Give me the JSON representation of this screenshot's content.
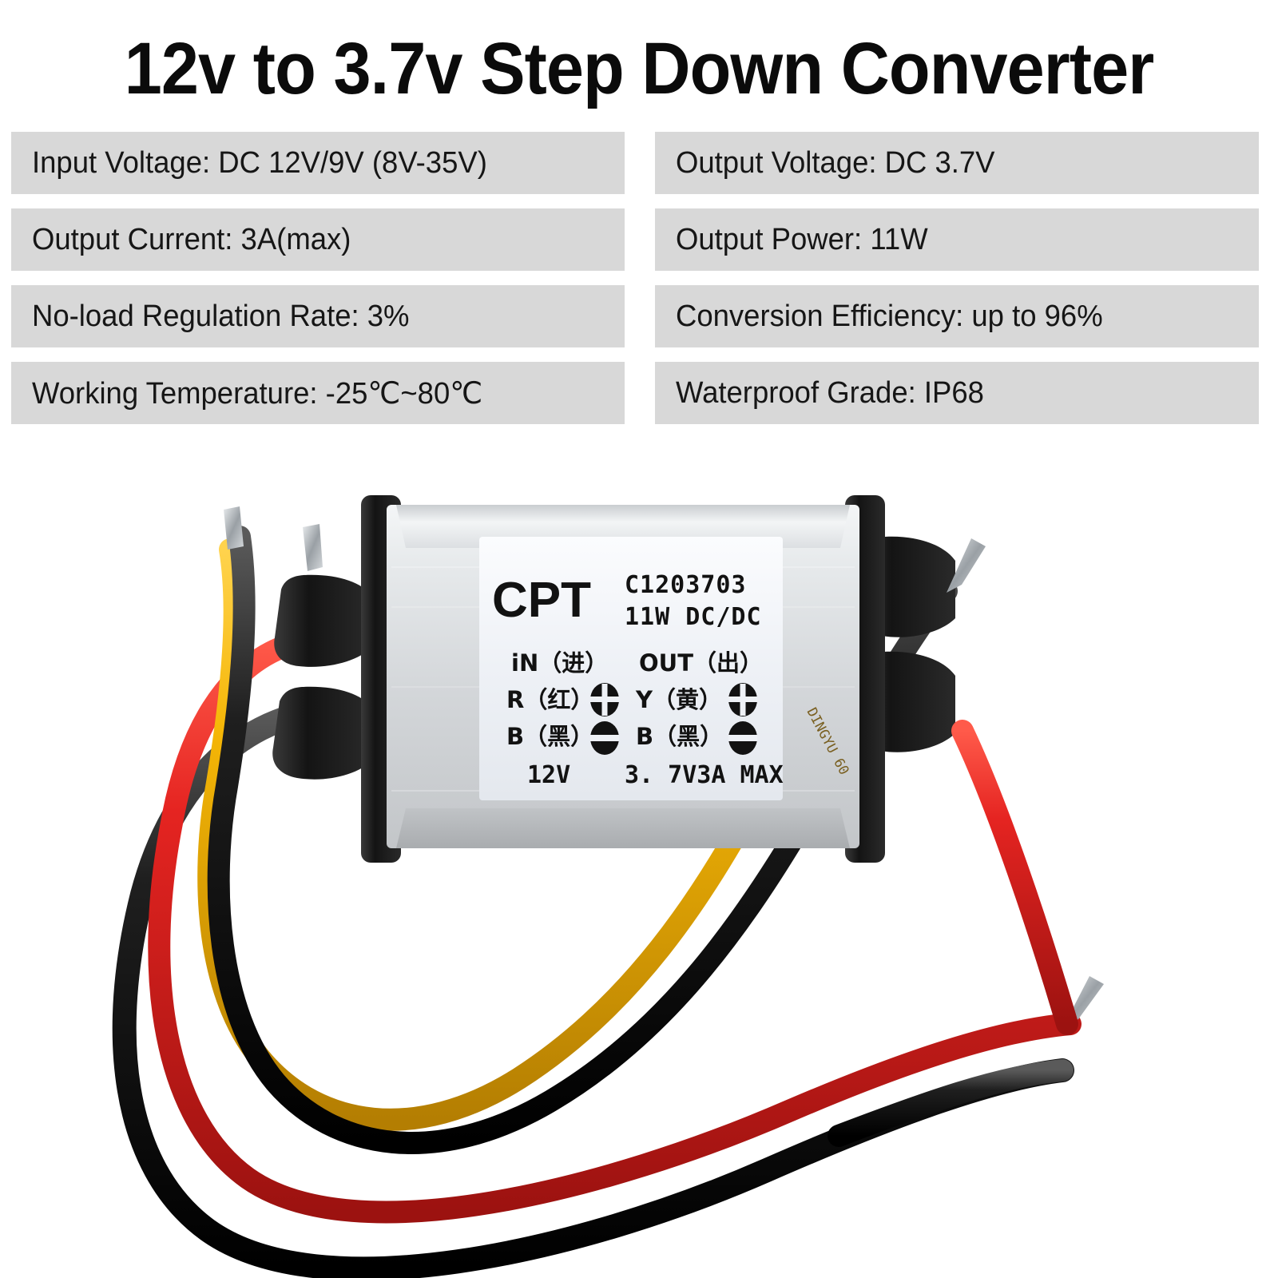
{
  "title": "12v to 3.7v Step Down Converter",
  "specs": {
    "left": [
      {
        "text": "Input Voltage: DC 12V/9V (8V-35V)"
      },
      {
        "text": "Output Current: 3A(max)"
      },
      {
        "text": "No-load Regulation Rate: 3%"
      },
      {
        "text": "Working Temperature: -25℃~80℃"
      }
    ],
    "right": [
      {
        "text": "Output Voltage: DC 3.7V"
      },
      {
        "text": "Output Power: 11W"
      },
      {
        "text": "Conversion Efficiency: up to 96%"
      },
      {
        "text": "Waterproof Grade: IP68"
      }
    ]
  },
  "product": {
    "brand": "CPT",
    "model_code": "C1203703",
    "rating": "11W DC/DC",
    "input_heading": "iN（进）",
    "output_heading": "OUT（出）",
    "input_positive": "R（红）",
    "input_negative": "B（黑）",
    "output_positive": "Y（黄）",
    "output_negative": "B（黑）",
    "input_voltage_print": "12V",
    "output_voltage_print": "3. 7V3A MAX",
    "wire_print": "DINGYU  60",
    "plus_symbol": "+",
    "minus_symbol": "−"
  },
  "colors": {
    "chip_bg": "#d8d8d8",
    "text": "#161616",
    "wire_red": "#e52421",
    "wire_yellow": "#f5b606",
    "wire_black": "#1c1c1c",
    "housing_aluminum": "#d2d4d6",
    "housing_bevel": "#eceef0",
    "end_cap_black": "#1b1b1b",
    "label_white": "#f2f4f8"
  }
}
